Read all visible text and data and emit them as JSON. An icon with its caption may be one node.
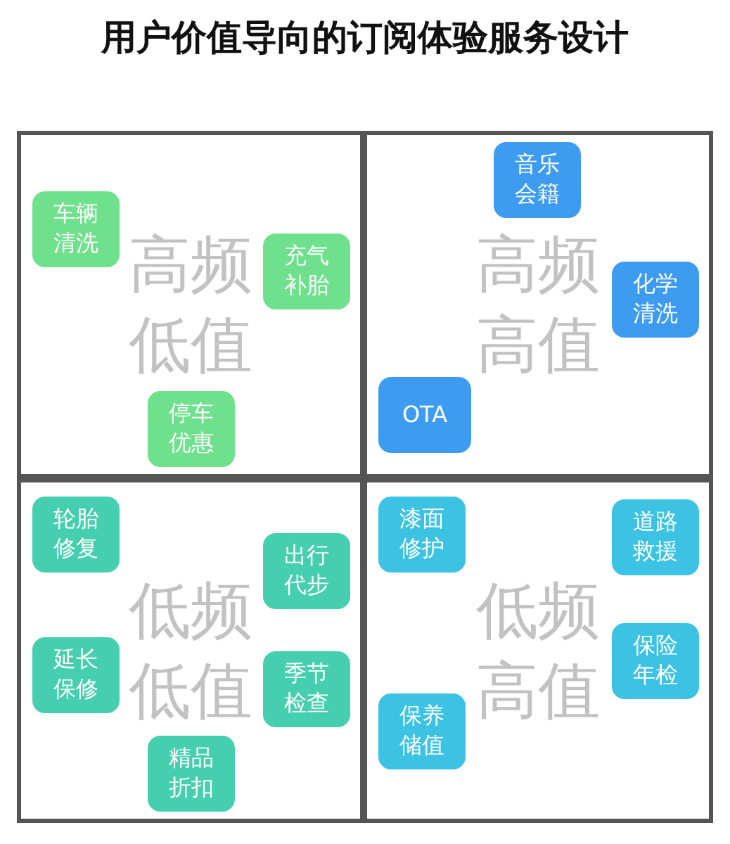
{
  "diagram": {
    "title": "用户价值导向的订阅体验服务设计",
    "nodes": [
      {
        "text": [
          "高频低值"
        ]
      },
      {
        "text": [
          "高频高值"
        ]
      },
      {
        "text": [
          "低频低值"
        ]
      },
      {
        "text": [
          "低频高值"
        ]
      },
      {
        "text": [
          "车辆清洗"
        ],
        "in": 0
      },
      {
        "text": [
          "充气补胎"
        ],
        "in": 0
      },
      {
        "text": [
          "停车优惠"
        ],
        "in": 0
      },
      {
        "text": [
          "音乐会籍"
        ],
        "in": 1
      },
      {
        "text": [
          "化学清洗"
        ],
        "in": 1
      },
      {
        "text": [
          "OTA"
        ],
        "in": 1
      },
      {
        "text": [
          "轮胎修复"
        ],
        "in": 2
      },
      {
        "text": [
          "出行代步"
        ],
        "in": 2
      },
      {
        "text": [
          "精品折扣"
        ],
        "in": 2
      },
      {
        "text": [
          "延长保修"
        ],
        "in": 2
      },
      {
        "text": [
          "季节检查"
        ],
        "in": 2
      },
      {
        "text": [
          "漆面修护"
        ],
        "in": 3
      },
      {
        "text": [
          "道路救援"
        ],
        "in": 3
      },
      {
        "text": [
          "保险年检"
        ],
        "in": 3
      },
      {
        "text": [
          "保养储值"
        ],
        "in": 3
      }
    ]
  }
}
